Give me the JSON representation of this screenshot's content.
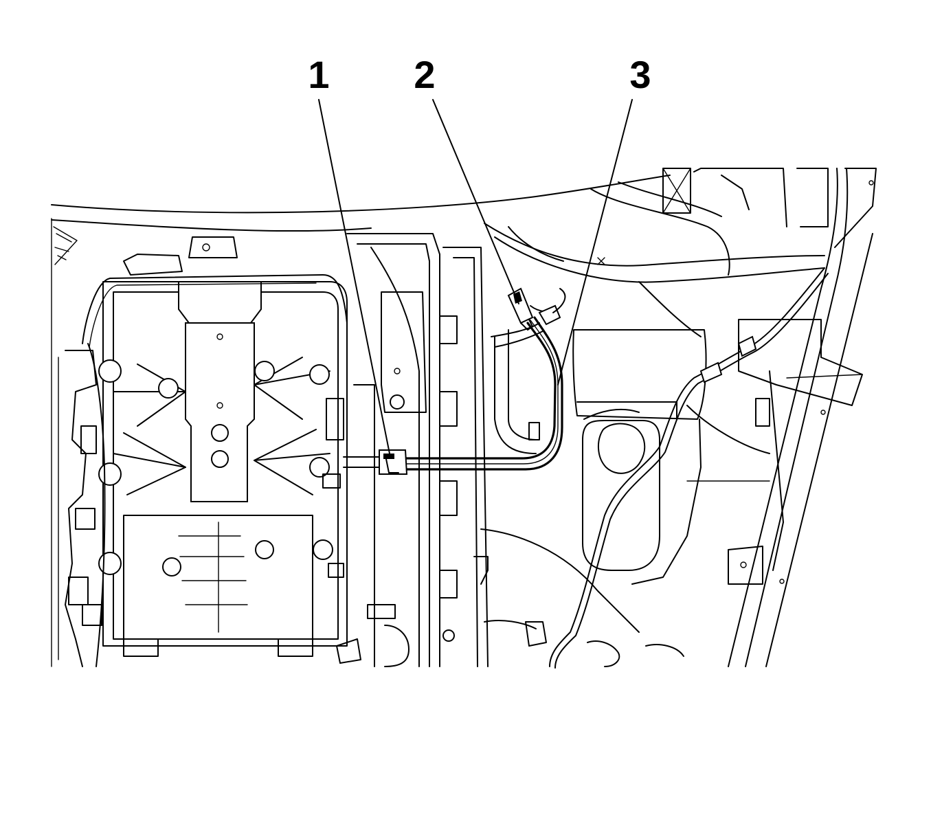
{
  "callouts": [
    {
      "label": "1"
    },
    {
      "label": "2"
    },
    {
      "label": "3"
    }
  ],
  "colors": {
    "background": "#ffffff",
    "line": "#000000"
  }
}
